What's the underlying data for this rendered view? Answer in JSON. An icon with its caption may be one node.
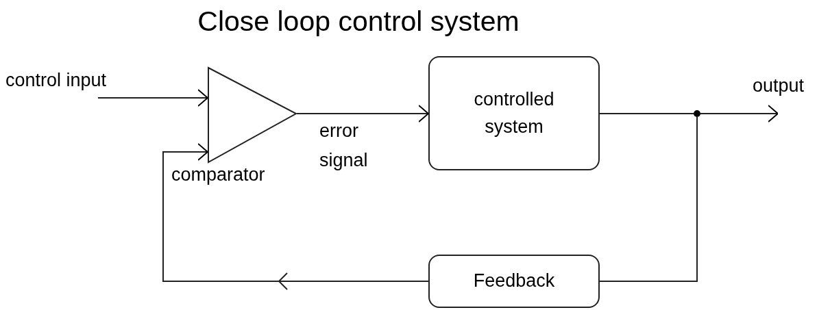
{
  "diagram": {
    "title": "Close loop control system",
    "nodes": [
      {
        "text": [
          "control input"
        ]
      },
      {
        "text": [
          "comparator"
        ]
      },
      {
        "text": [
          "controlled system"
        ]
      },
      {
        "text": [],
        "shape": "circle"
      },
      {
        "text": [
          "output"
        ]
      },
      {
        "text": [
          "Feedback"
        ]
      }
    ],
    "edges": [
      {
        "from": 0,
        "to": 1,
        "arrow": "to"
      },
      {
        "from": 1,
        "to": 2,
        "arrow": "to",
        "label": "error signal"
      },
      {
        "from": 2,
        "to": 3,
        "arrow": "none"
      },
      {
        "from": 3,
        "to": 4,
        "arrow": "to"
      },
      {
        "from": 3,
        "to": 5,
        "arrow": "none"
      },
      {
        "from": 5,
        "to": 1,
        "arrow": "to"
      }
    ]
  }
}
